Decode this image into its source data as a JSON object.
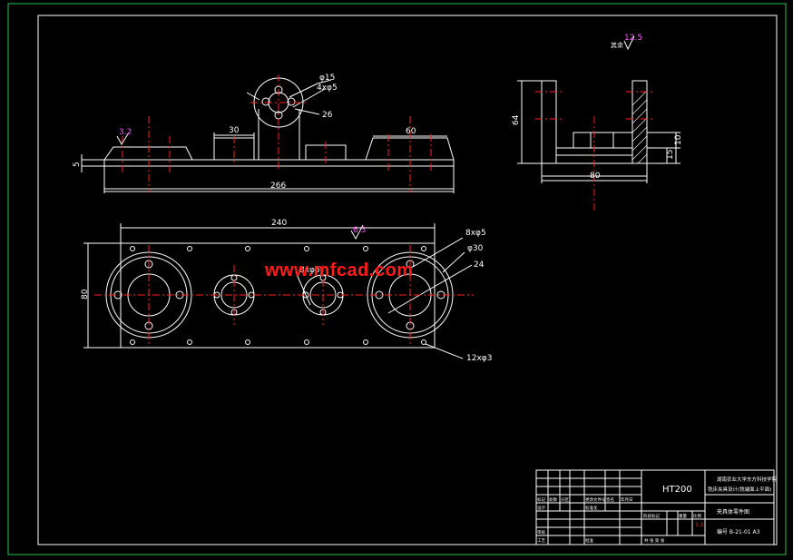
{
  "colors": {
    "background": "#000000",
    "outer_frame": "#29c24a",
    "outline": "#ffffff",
    "centerline": "#ff2020",
    "roughness": "#ff55ff",
    "watermark": "#ff1a1a"
  },
  "front_view": {
    "dims": {
      "length": "266",
      "boss_width": "30",
      "right_pad": "60",
      "thickness": "5",
      "hole_dia": "φ15",
      "hole_count": "4xφ5",
      "bolt_circle": "26"
    },
    "roughness": "3.2"
  },
  "side_view": {
    "dims": {
      "height": "64",
      "width": "80",
      "h1": "10",
      "h2": "15"
    },
    "roughness": "12.5",
    "roughness_note": "其余"
  },
  "top_view": {
    "dims": {
      "length": "240",
      "width": "80",
      "small_holes": "8xφ5",
      "large_dia": "φ30",
      "bolt_dia": "24",
      "edge_holes": "12xφ3",
      "mid_holes": "8xφ5"
    },
    "roughness": "6.3"
  },
  "watermark": "www.mfcad.com",
  "title_block": {
    "material": "HT200",
    "school": "湖南农业大学东方科技学院",
    "title": "铣床夹具设计(铣端面上平面)",
    "drawing_name": "夹具体零件图",
    "code": "编号 B-21-01 A3",
    "scale": "1:1",
    "labels": {
      "mark": "标记",
      "count": "处数",
      "zone": "分区",
      "change_no": "更改文件号",
      "sign": "签名",
      "date": "年月日",
      "design": "设计",
      "standard": "标准化",
      "review": "审核",
      "process": "工艺",
      "approve": "批准",
      "stage": "阶段标记",
      "weight": "重量",
      "ratio": "比例",
      "sheets": "共 张 第 张"
    }
  }
}
